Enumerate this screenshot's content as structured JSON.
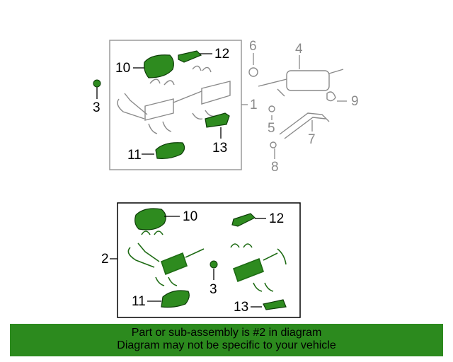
{
  "diagram": {
    "callouts": {
      "n10": "10",
      "n12": "12",
      "n3": "3",
      "n6": "6",
      "n4": "4",
      "n9": "9",
      "n1": "1",
      "n5": "5",
      "n7": "7",
      "n8": "8",
      "n11": "11",
      "n13": "13",
      "b10": "10",
      "b12": "12",
      "b2": "2",
      "b3": "3",
      "b11": "11",
      "b13": "13"
    },
    "colors": {
      "highlight_green": "#2e8b1f",
      "gray_line": "#8a8a8a",
      "banner_green": "#2c8a1e"
    }
  },
  "banner": {
    "line1": "Part or sub-assembly is #2 in diagram",
    "line2": "Diagram may not be specific to your vehicle"
  }
}
